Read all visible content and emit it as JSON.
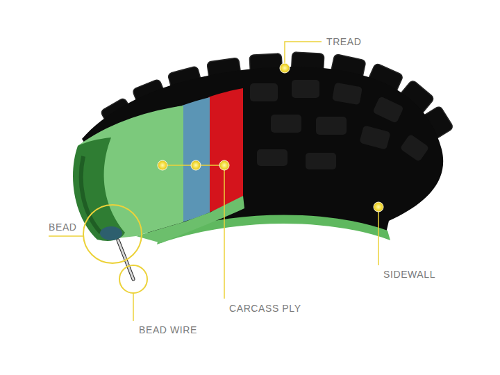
{
  "diagram": {
    "labels": [
      "TREAD",
      "BEAD",
      "BEAD WIRE",
      "CARCASS PLY",
      "SIDEWALL"
    ]
  }
}
